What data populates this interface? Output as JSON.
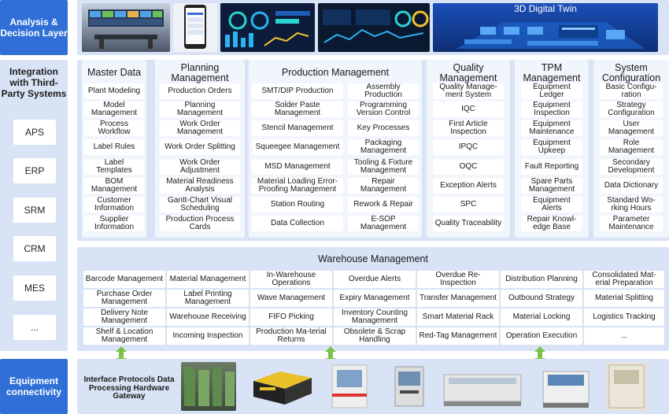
{
  "layers": {
    "analysis": "Analysis & Decision Layer",
    "integration": "Integration with Third-Party Systems",
    "equipment": "Equipment connectivity"
  },
  "third_party_systems": [
    "APS",
    "ERP",
    "SRM",
    "CRM",
    "MES",
    "..."
  ],
  "digital_twin_label": "3D Digital Twin",
  "columns": {
    "master_data": {
      "title": "Master Data",
      "items": [
        "Plant Modeling",
        "Model Management",
        "Process Workflow",
        "Label Rules",
        "Label Templates",
        "BOM Management",
        "Customer Information",
        "Supplier Information"
      ]
    },
    "planning": {
      "title": "Planning Management",
      "items": [
        "Production Orders",
        "Planning Management",
        "Work Order Management",
        "Work Order Splitting",
        "Work Order Adjustment",
        "Material Readiness Analysis",
        "Gantt-Chart Visual Scheduling",
        "Production Process Cards"
      ]
    },
    "production": {
      "title": "Production Management",
      "left": [
        "SMT/DIP Production",
        "Solder Paste Management",
        "Stencil Management",
        "Squeegee Management",
        "MSD Management",
        "Material Loading Error-Proofing Management",
        "Station Routing",
        "Data Collection"
      ],
      "right": [
        "Assembly Production",
        "Programming Version Control",
        "Key Processes",
        "Packaging Management",
        "Tooling & Fixture Management",
        "Repair Management",
        "Rework & Repair",
        "E-SOP Management"
      ]
    },
    "quality": {
      "title": "Quality Management",
      "items": [
        "Quality Manage-ment System",
        "IQC",
        "First Article Inspection",
        "IPQC",
        "OQC",
        "Exception Alerts",
        "SPC",
        "Quality Traceability"
      ]
    },
    "tpm": {
      "title": "TPM Management",
      "items": [
        "Equipment Ledger",
        "Equipment Inspection",
        "Equipment Maintenance",
        "Equipment Upkeep",
        "Fault Reporting",
        "Spare Parts Management",
        "Equipment Alerts",
        "Repair Knowl-edge Base"
      ]
    },
    "system": {
      "title": "System Configuration",
      "items": [
        "Basic Configu-ration",
        "Strategy Configuration",
        "User Management",
        "Role Management",
        "Secondary Development",
        "Data Dictionary",
        "Standard Wo-rking Hours",
        "Parameter Maintenance"
      ]
    }
  },
  "warehouse": {
    "title": "Warehouse Management",
    "columns": [
      [
        "Barcode Management",
        "Purchase Order Management",
        "Delivery Note Management",
        "Shelf & Location Management"
      ],
      [
        "Material Management",
        "Label Printing Management",
        "Warehouse Receiving",
        "Incoming Inspection"
      ],
      [
        "In-Warehouse Operations",
        "Wave Management",
        "FIFO Picking",
        "Production Ma-terial Returns"
      ],
      [
        "Overdue Alerts",
        "Expiry Management",
        "Inventory Counting Management",
        "Obsolete & Scrap Handling"
      ],
      [
        "Overdue Re-Inspection",
        "Transfer Management",
        "Smart Material Rack",
        "Red-Tag Management"
      ],
      [
        "Distribution Planning",
        "Outbound Strategy",
        "Material Locking",
        "Operation Execution"
      ],
      [
        "Consolidated Mat-erial Preparation",
        "Material Splitting",
        "Logistics Tracking",
        "..."
      ]
    ]
  },
  "equipment_gateway_text": "Interface Protocols Data Processing Hardware Gateway",
  "colors": {
    "accent_blue": "#2f6fd6",
    "band_bg": "#d9e3f6",
    "column_bg": "#f1f5fc",
    "arrow_green": "#7cc24a"
  }
}
